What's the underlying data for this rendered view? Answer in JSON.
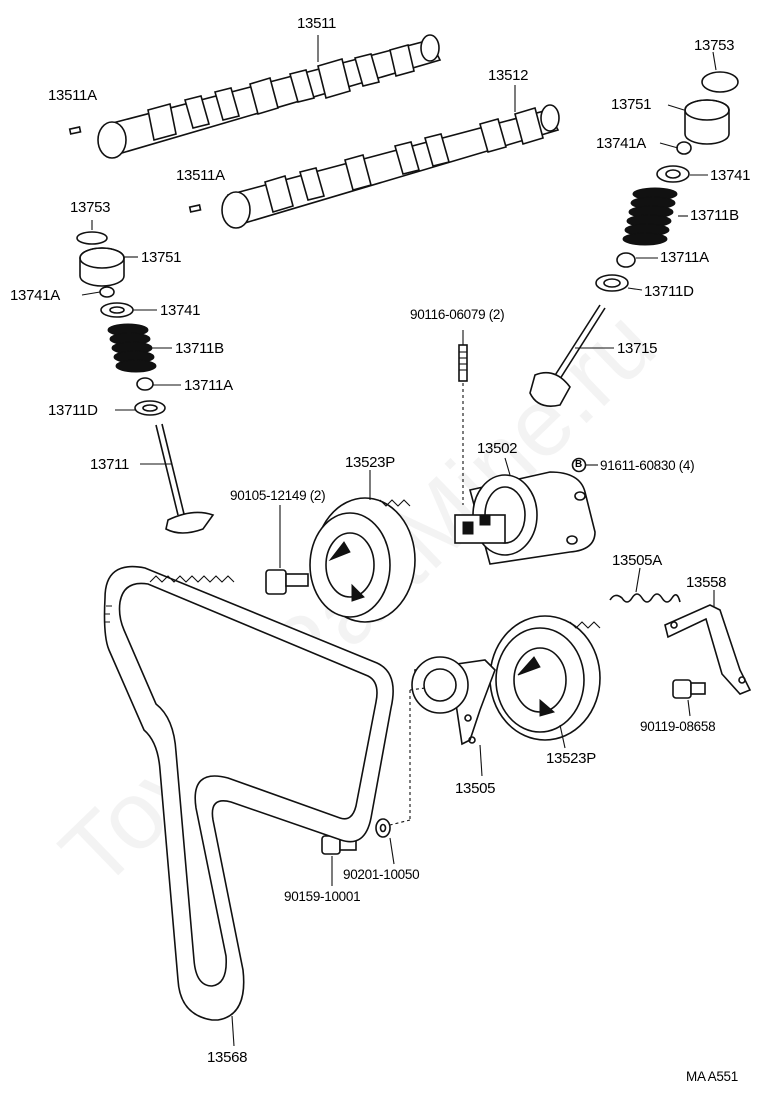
{
  "watermark": "ToyotaPartMine.ru",
  "figure_code": "MA  A551",
  "labels": {
    "p13511": "13511",
    "p13511a_top": "13511A",
    "p13512": "13512",
    "p13511a_mid": "13511A",
    "p13753_right": "13753",
    "p13751_right": "13751",
    "p13741a_right": "13741A",
    "p13741_right": "13741",
    "p13711b_right": "13711B",
    "p13711a_right": "13711A",
    "p13711d_right": "13711D",
    "p13715": "13715",
    "p13753_left": "13753",
    "p13751_left": "13751",
    "p13741a_left": "13741A",
    "p13741_left": "13741",
    "p13711b_left": "13711B",
    "p13711a_left": "13711A",
    "p13711d_left": "13711D",
    "p13711": "13711",
    "p90116": "90116-06079 (2)",
    "p13502": "13502",
    "p91611": "91611-60830 (4)",
    "p91611_marker": "B",
    "p13523p_top": "13523P",
    "p90105": "90105-12149 (2)",
    "p13505a": "13505A",
    "p13558": "13558",
    "p90119": "90119-08658",
    "p13523p_bottom": "13523P",
    "p13505": "13505",
    "p90201": "90201-10050",
    "p90159": "90159-10001",
    "p13568": "13568"
  }
}
